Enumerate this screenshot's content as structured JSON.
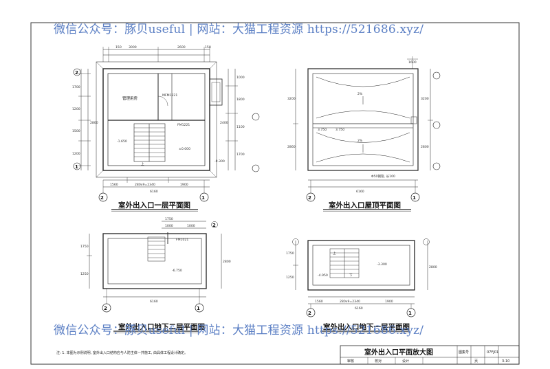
{
  "watermark": {
    "top": "微信公众号：豚贝useful | 网站：大猫工程资源 https://521686.xyz/",
    "bottom": "微信公众号：豚贝useful | 网站：大猫工程资源 https://521686.xyz/"
  },
  "plan_first_floor": {
    "title": "室外出入口一层平面图",
    "room_label": "管理用房",
    "door": "FM1221",
    "window": "MFM1221",
    "stair_label": "上",
    "level_low": "-1.650",
    "level_zero": "±0.000",
    "level_ext": "-0.300",
    "dims_top": [
      "150",
      "3000",
      "2600",
      "150"
    ],
    "dims_bottom": [
      "1560",
      "280x9=2340",
      "1900"
    ],
    "total": "6160",
    "dims_left": [
      "1700",
      "1200",
      "1500",
      "1200",
      "2800"
    ],
    "dims_right": [
      "1000",
      "1800",
      "1100",
      "1700",
      "2400"
    ],
    "axis_left": "2",
    "axis_right": "1",
    "axis_bottom_left": "2",
    "axis_bottom_right": "1"
  },
  "plan_roof": {
    "title": "室外出入口屋顶平面图",
    "slope_1": "2%",
    "slope_2": "2%",
    "level_roof": "3.750",
    "level_2": "3.750",
    "drain": "Φ50钢管, 长100",
    "dims_left": [
      "3200",
      "2860"
    ],
    "dims_right": [
      "3200",
      "2800"
    ],
    "total": "6160",
    "top_dim": "1600",
    "axis_left": "2",
    "axis_right": "1"
  },
  "plan_basement_2": {
    "title": "室外出入口地下二层平面图",
    "door": "FM1021",
    "level": "-6.750",
    "dims_top": [
      "1750",
      "1000",
      "1000"
    ],
    "dims_left": [
      "1750",
      "1250"
    ],
    "dims_right": [
      "2800"
    ],
    "total": "6160",
    "axis_top_right": "2",
    "axis_left": "2",
    "axis_right": "1"
  },
  "plan_basement_1": {
    "title": "室外出入口地下一层平面图",
    "stair_up": "上",
    "stair_down": "下",
    "level_a": "-3.300",
    "level_b": "-4.950",
    "dims_left": [
      "1750",
      "1250"
    ],
    "dims_right": [
      "2800"
    ],
    "dims_bottom": [
      "1560",
      "280x9=2340",
      "1900"
    ],
    "total": "6160",
    "axis_left": "2",
    "axis_right": "1"
  },
  "note": "注: 1. 本图为示例说明, 室外出入口结构应与人防主体一并施工, 由具体工程设计确定。",
  "title_block": {
    "main_title": "室外出入口平面放大图",
    "atlas_label": "图集号",
    "atlas_no": "07FJ01",
    "page_label": "页",
    "page_no": "3-10",
    "cells": [
      "审核",
      "校对",
      "设计"
    ]
  }
}
